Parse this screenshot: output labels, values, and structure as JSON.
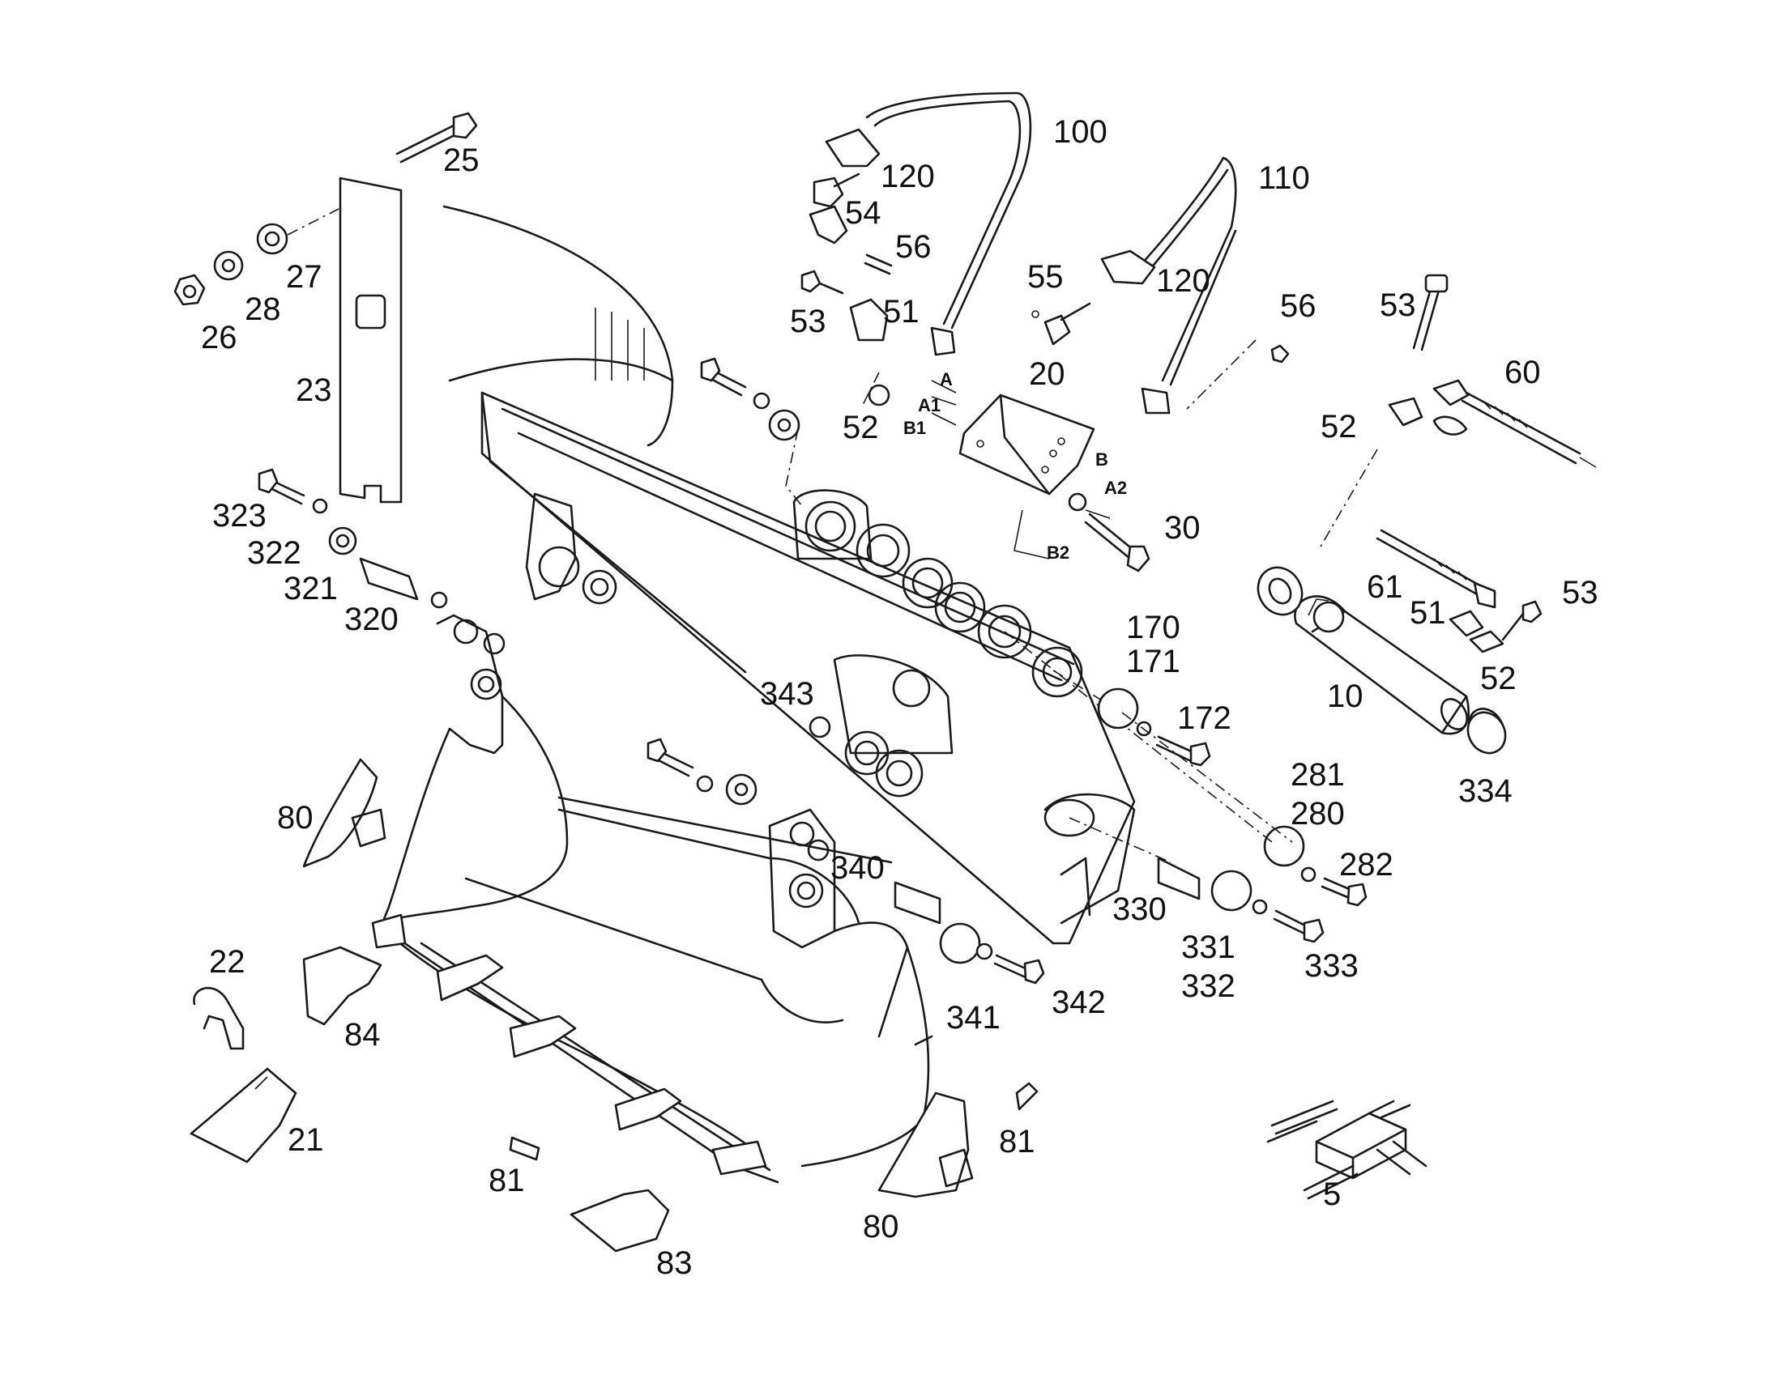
{
  "diagram": {
    "type": "exploded parts diagram",
    "callouts": {
      "c100": "100",
      "c120a": "120",
      "c54": "54",
      "c56a": "56",
      "c51a": "51",
      "c53a": "53",
      "c52a": "52",
      "c55": "55",
      "c20": "20",
      "c120b": "120",
      "c110": "110",
      "c56b": "56",
      "c53b": "53",
      "c60": "60",
      "c52b": "52",
      "c25": "25",
      "c27": "27",
      "c28": "28",
      "c26": "26",
      "c23": "23",
      "c323": "323",
      "c322": "322",
      "c321": "321",
      "c320": "320",
      "c30": "30",
      "c170": "170",
      "c171": "171",
      "c172": "172",
      "c61": "61",
      "c51b": "51",
      "c53c": "53",
      "c52c": "52",
      "c10": "10",
      "c334": "334",
      "c343": "343",
      "c80a": "80",
      "c340": "340",
      "c281": "281",
      "c280": "280",
      "c282": "282",
      "c330": "330",
      "c331": "331",
      "c332": "332",
      "c333": "333",
      "c341": "341",
      "c342": "342",
      "c22": "22",
      "c84": "84",
      "c21": "21",
      "c81a": "81",
      "c81b": "81",
      "c80b": "80",
      "c83": "83",
      "c5": "5"
    },
    "ports": {
      "A": "A",
      "A1": "A1",
      "B1": "B1",
      "B": "B",
      "A2": "A2",
      "B2": "B2"
    }
  }
}
